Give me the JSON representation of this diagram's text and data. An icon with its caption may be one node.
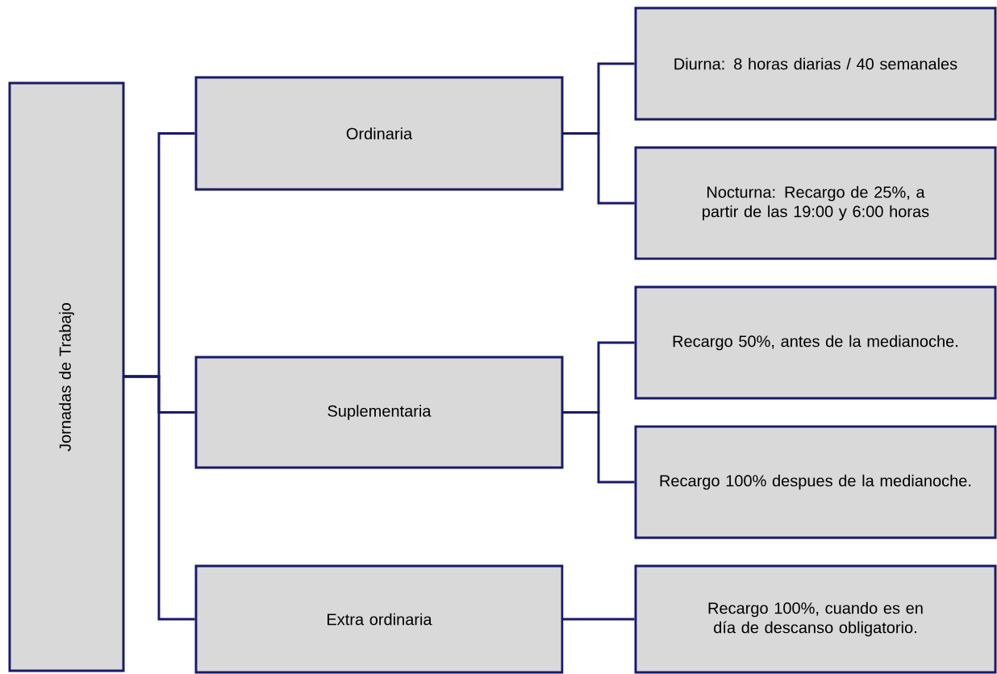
{
  "diagram": {
    "nodes": [
      {
        "text": [
          "Jornadas de Trabajo"
        ]
      },
      {
        "text": [
          "Ordinaria"
        ]
      },
      {
        "text": [
          "Suplementaria"
        ]
      },
      {
        "text": [
          "Extra ordinaria"
        ]
      },
      {
        "text": [
          "Diurna: 8 horas diarias / 40 semanales"
        ]
      },
      {
        "text": [
          "Nocturna: Recargo de 25%, a partir de las 19:00 y 6:00 horas"
        ]
      },
      {
        "text": [
          "Recargo 50%, antes de la medianoche."
        ]
      },
      {
        "text": [
          "Recargo 100% despues de la medianoche."
        ]
      },
      {
        "text": [
          "Recargo 100%, cuando es en día de descanso obligatorio."
        ]
      }
    ],
    "edges": [
      {
        "from": 0,
        "to": 1,
        "arrow": "none"
      },
      {
        "from": 0,
        "to": 2,
        "arrow": "none"
      },
      {
        "from": 0,
        "to": 3,
        "arrow": "none"
      },
      {
        "from": 1,
        "to": 4,
        "arrow": "none"
      },
      {
        "from": 1,
        "to": 5,
        "arrow": "none"
      },
      {
        "from": 2,
        "to": 6,
        "arrow": "none"
      },
      {
        "from": 2,
        "to": 7,
        "arrow": "none"
      },
      {
        "from": 3,
        "to": 8,
        "arrow": "none"
      }
    ]
  }
}
